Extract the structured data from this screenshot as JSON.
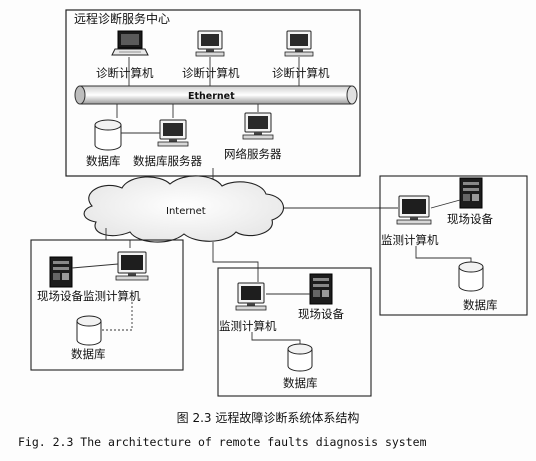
{
  "center": {
    "title": "远程诊断服务中心",
    "diag_pc_1": "诊断计算机",
    "diag_pc_2": "诊断计算机",
    "diag_pc_3": "诊断计算机",
    "ethernet": "Ethernet",
    "database": "数据库",
    "db_server": "数据库服务器",
    "web_server": "网络服务器"
  },
  "internet": "Internet",
  "site_right": {
    "equipment": "现场设备",
    "monitor_pc": "监测计算机",
    "database": "数据库"
  },
  "site_left": {
    "equipment_monitor": "现场设备监测计算机",
    "database": "数据库"
  },
  "site_middle": {
    "monitor_pc": "监测计算机",
    "equipment": "现场设备",
    "database": "数据库"
  },
  "caption": {
    "chinese": "图 2.3  远程故障诊断系统体系结构",
    "english": "Fig. 2.3 The architecture of remote faults diagnosis system"
  },
  "icons": [
    "laptop-icon",
    "computer-icon",
    "database-icon",
    "server-tower-icon",
    "cloud-icon"
  ]
}
